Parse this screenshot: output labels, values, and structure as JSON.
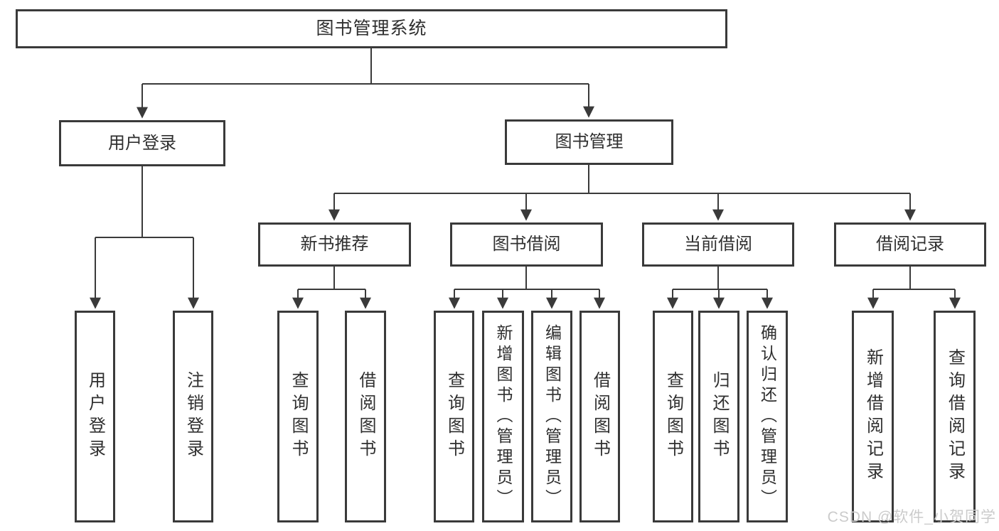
{
  "colors": {
    "background": "#ffffff",
    "line": "#3a3a3a",
    "text": "#2f2f2f",
    "watermark": "#cbcbcb"
  },
  "nodes": {
    "root": {
      "label": "图书管理系统"
    },
    "user_login": {
      "label": "用户登录"
    },
    "book_management": {
      "label": "图书管理"
    },
    "new_book_recommend": {
      "label": "新书推荐"
    },
    "book_borrow": {
      "label": "图书借阅"
    },
    "current_borrow": {
      "label": "当前借阅"
    },
    "borrow_records": {
      "label": "借阅记录"
    },
    "leaf_user_login": {
      "label": "用户登录"
    },
    "leaf_logout": {
      "label": "注销登录"
    },
    "leaf_nb_query": {
      "label": "查询图书"
    },
    "leaf_nb_borrow": {
      "label": "借阅图书"
    },
    "leaf_bb_query": {
      "label": "查询图书"
    },
    "leaf_bb_add": {
      "label": "新增图书（管理员）"
    },
    "leaf_bb_edit": {
      "label": "编辑图书（管理员）"
    },
    "leaf_bb_borrow": {
      "label": "借阅图书"
    },
    "leaf_cb_query": {
      "label": "查询图书"
    },
    "leaf_cb_return": {
      "label": "归还图书"
    },
    "leaf_cb_confirm": {
      "label": "确认归还（管理员）"
    },
    "leaf_br_add": {
      "label": "新增借阅记录"
    },
    "leaf_br_query": {
      "label": "查询借阅记录"
    }
  },
  "hierarchy": {
    "图书管理系统": {
      "用户登录": [
        "用户登录",
        "注销登录"
      ],
      "图书管理": {
        "新书推荐": [
          "查询图书",
          "借阅图书"
        ],
        "图书借阅": [
          "查询图书",
          "新增图书（管理员）",
          "编辑图书（管理员）",
          "借阅图书"
        ],
        "当前借阅": [
          "查询图书",
          "归还图书",
          "确认归还（管理员）"
        ],
        "借阅记录": [
          "新增借阅记录",
          "查询借阅记录"
        ]
      }
    }
  },
  "watermark": {
    "text": "CSDN @软件_小贺同学"
  }
}
